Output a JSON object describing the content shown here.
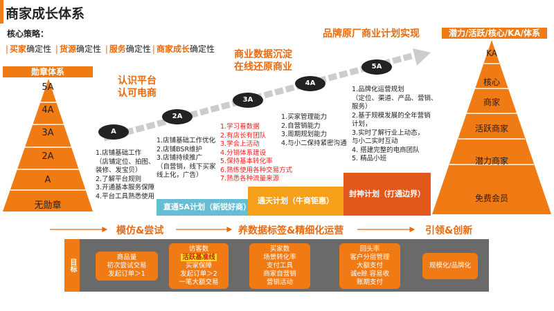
{
  "title": "商家成长体系",
  "strategy": {
    "label": "核心策略：",
    "parts": [
      {
        "key": "买家",
        "rest": "确定性"
      },
      {
        "key": "货源",
        "rest": "确定性"
      },
      {
        "key": "服务",
        "rest": "确定性"
      },
      {
        "key": "商家成长",
        "rest": "确定性"
      }
    ]
  },
  "left_pyramid": {
    "header": "勋章体系",
    "levels": [
      "5A",
      "4A",
      "3A",
      "2A",
      "A",
      "无勋章"
    ]
  },
  "right_pyramid": {
    "header": "潜力/活跃/核心/KA/体系",
    "levels": [
      "KA",
      "核心",
      "商家",
      "活跃商家",
      "潜力商家",
      "免费会员"
    ]
  },
  "stages": {
    "s1": "认识平台\n认可电商",
    "s2": "商业数据沉淀\n在线还原商业",
    "s3": "品牌原厂商业计划实现"
  },
  "nodes": {
    "a": {
      "label": "A",
      "items": [
        "1.店铺基础工作",
        "（店铺定位、拍图、",
        "装修、发宝贝）",
        "2.了解平台规则",
        "3.开通基本服务保障",
        "4.平台工具熟悉使用"
      ]
    },
    "a2": {
      "label": "2A",
      "items": [
        "1.店铺基础工作优化",
        "2.店铺BSR维护",
        "3.店铺持续推广",
        "（自营销，线下买家",
        "线上化，广告）"
      ]
    },
    "a3": {
      "label": "3A",
      "items": [
        "1.学习看数据",
        "2.有店长有团队",
        "3.学会上活动",
        "4.分销体系建设",
        "5.保持基本转化率",
        "6.熟练使用各种交易方式",
        "7.熟悉各种流量来源"
      ]
    },
    "a4": {
      "label": "4A",
      "items": [
        "1.买家管理能力",
        "2.自营销能力",
        "3.周期规划能力",
        "4.与小二保持紧密沟通"
      ]
    },
    "a5": {
      "label": "5A",
      "items": [
        "1.品牌化运营规划",
        "（定位、渠道、产品、营销、",
        "服务）",
        "2.基于规模发展的全年营销",
        "计划，",
        "3.实时了解行业上动态，",
        "与小二实时互动",
        "4. 搭建完整的电商团队",
        "5. 精品小班"
      ]
    }
  },
  "plans": {
    "p1": "直通5A计划（新锐好商）",
    "p2": "通天计划（牛商钜惠）",
    "p3": "封神计划（打通边界）"
  },
  "phases": {
    "p1": "模仿&尝试",
    "p2": "养数据标签&精细化运营",
    "p3": "引领&创新"
  },
  "goals": {
    "label": "目标",
    "g1": [
      "商品量",
      "初次尝试交易",
      "发起订单＞1"
    ],
    "g2_pre": "访客数",
    "g2_hl": "活跃基准线",
    "g2_post": [
      "买家保障",
      "发起订单＞2",
      "一笔大额交易"
    ],
    "g3": [
      "买家数",
      "场景转化率",
      "支付工具",
      "商家自营销",
      "营销活动"
    ],
    "g4": [
      "回头率",
      "客户分层管理",
      "大额支付",
      "诚e赊 容易收",
      "账期支付"
    ],
    "g5": [
      "规模化/品牌化"
    ]
  },
  "colors": {
    "accent": "#f07a14",
    "gray": "#6a6a6a",
    "node": "#222222",
    "red": "#e22222"
  }
}
